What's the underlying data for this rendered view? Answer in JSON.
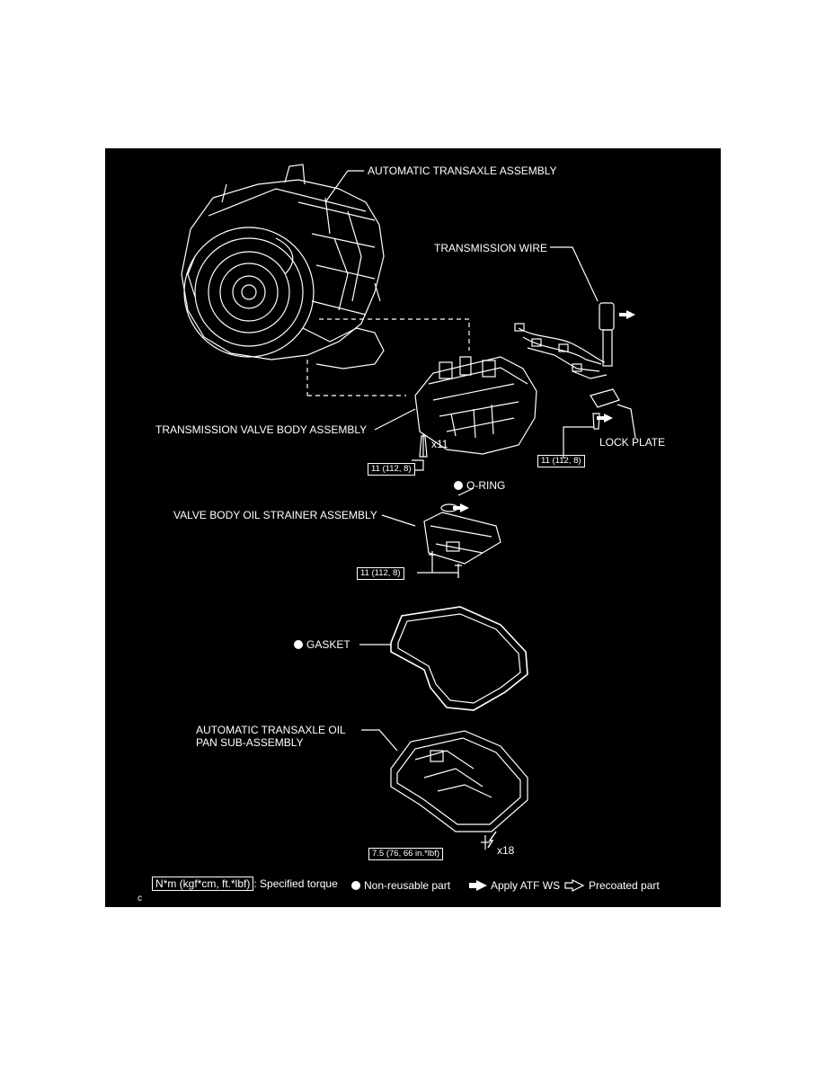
{
  "labels": {
    "transaxle_assembly": "AUTOMATIC TRANSAXLE ASSEMBLY",
    "transmission_wire": "TRANSMISSION WIRE",
    "valve_body": "TRANSMISSION VALVE BODY ASSEMBLY",
    "lock_plate": "LOCK PLATE",
    "o_ring": "O-RING",
    "strainer": "VALVE BODY OIL STRAINER ASSEMBLY",
    "gasket": "GASKET",
    "oil_pan_line1": "AUTOMATIC TRANSAXLE OIL",
    "oil_pan_line2": "PAN SUB-ASSEMBLY"
  },
  "quantities": {
    "valve_body_bolts": "x11",
    "oil_pan_bolts": "x18"
  },
  "torques": {
    "valve_body": "11 (112, 8)",
    "lock_plate": "11 (112, 8)",
    "strainer": "11 (112, 8)",
    "oil_pan": "7.5 (76, 66 in.*lbf)"
  },
  "legend": {
    "torque_unit": "N*m (kgf*cm, ft.*lbf)",
    "torque_text": ": Specified torque",
    "non_reusable": "Non-reusable part",
    "apply_atf": "Apply ATF WS",
    "precoated": "Precoated part"
  },
  "figure_code": "c",
  "colors": {
    "background": "#000000",
    "foreground": "#ffffff"
  }
}
